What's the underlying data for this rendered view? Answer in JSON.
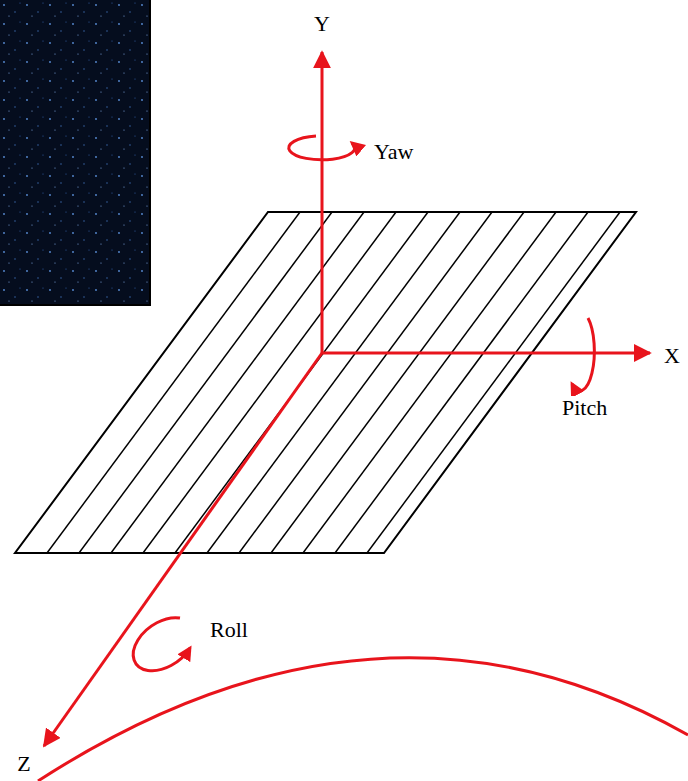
{
  "diagram": {
    "labels": [
      "Y",
      "Yaw",
      "X",
      "Pitch",
      "Roll",
      "Z"
    ]
  }
}
